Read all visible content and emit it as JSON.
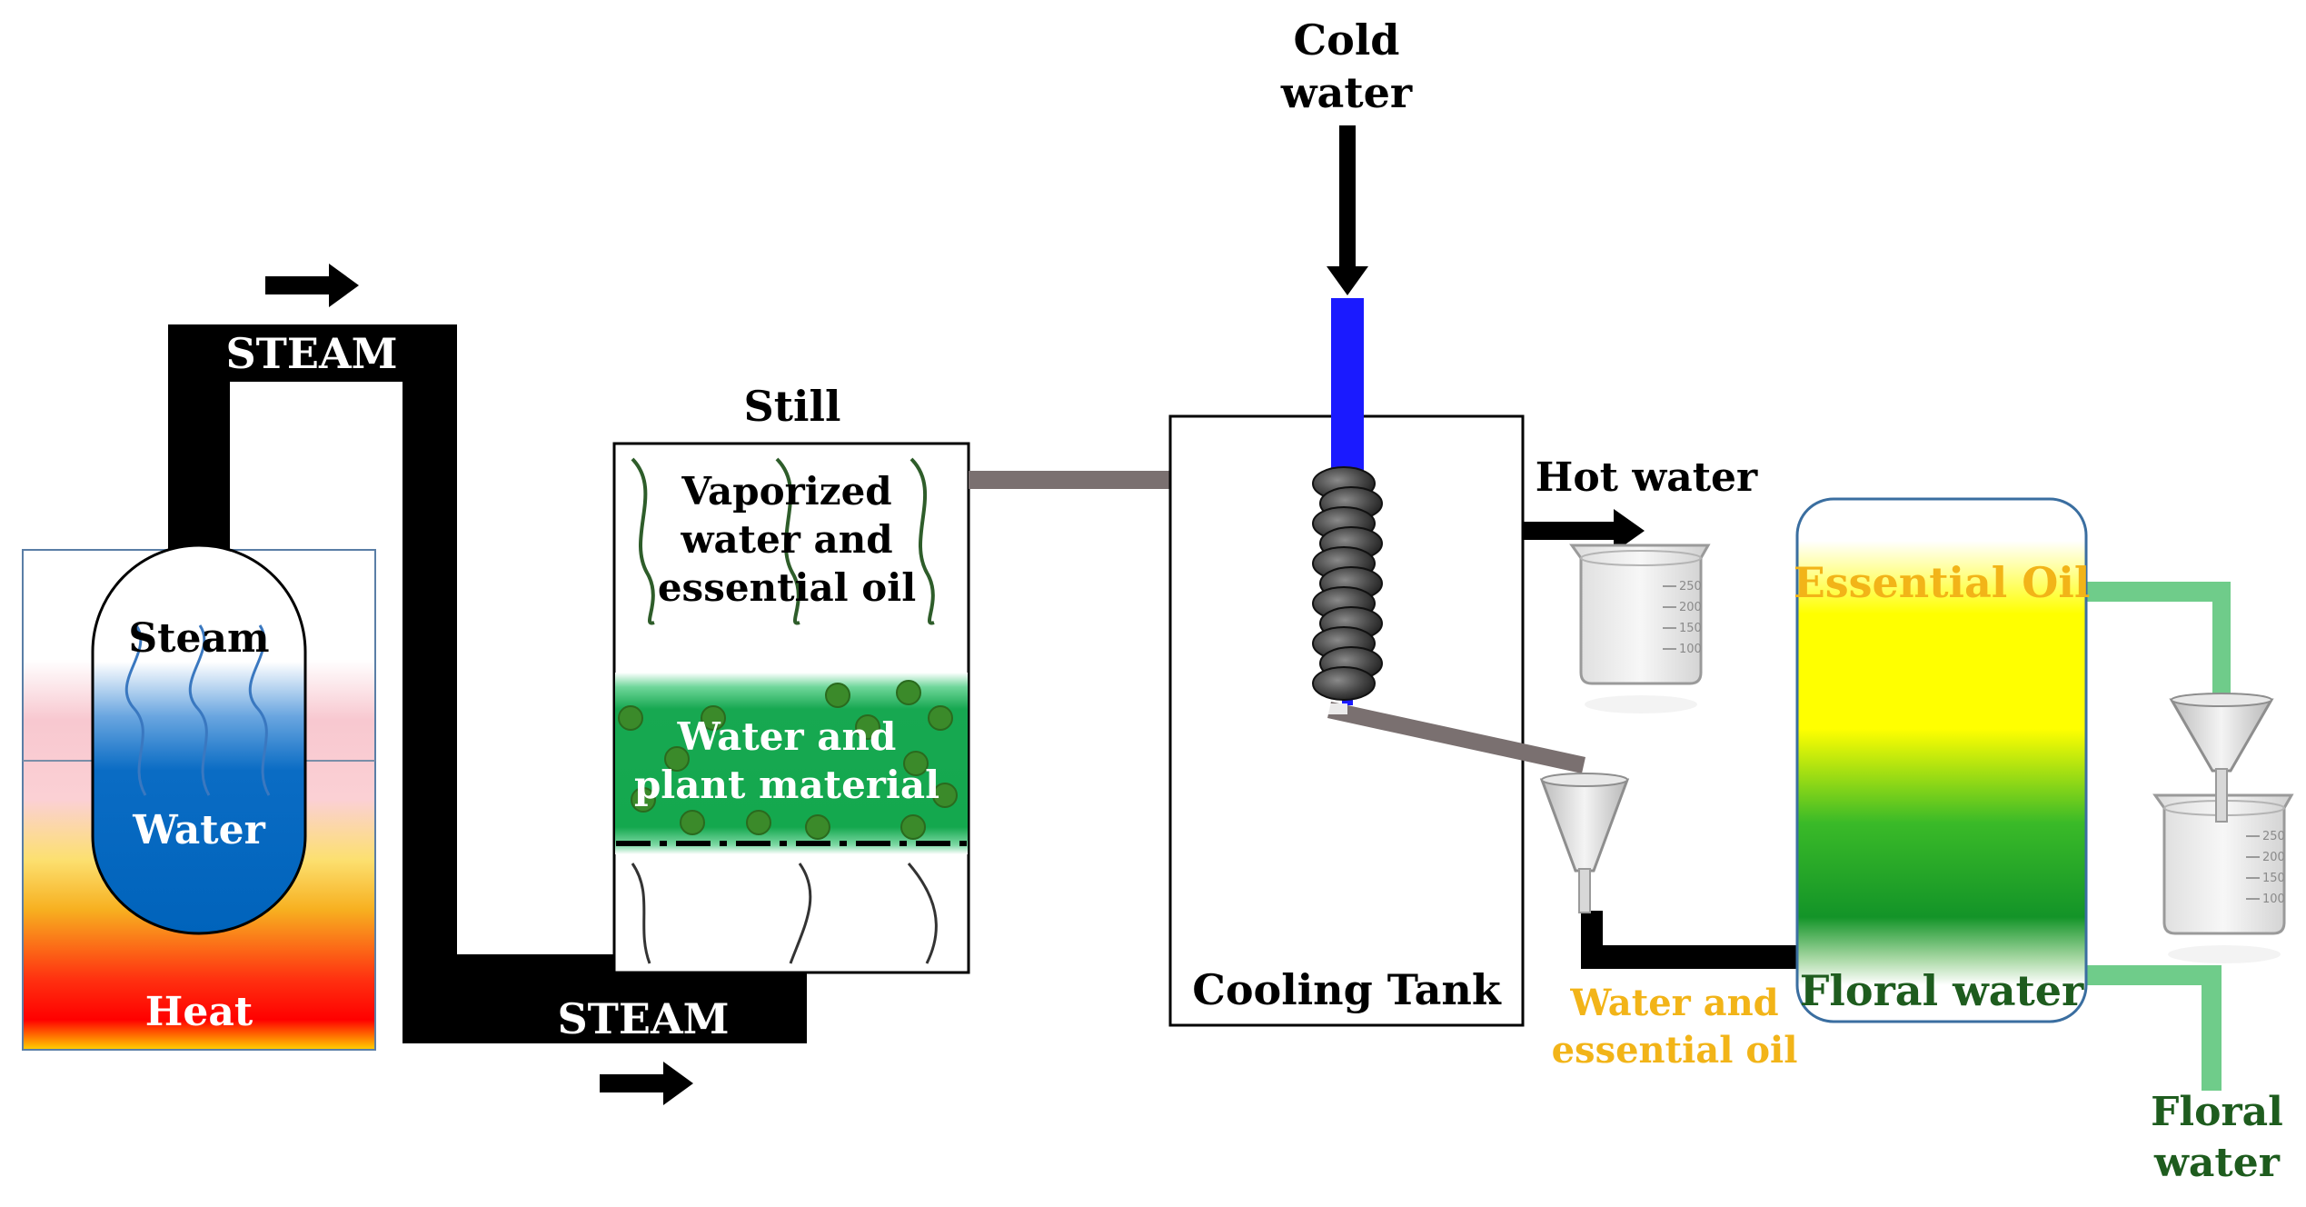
{
  "labels": {
    "steam_top": "STEAM",
    "steam_bottom": "STEAM",
    "boiler_steam": "Steam",
    "boiler_water": "Water",
    "boiler_heat": "Heat",
    "still_title": "Still",
    "still_vapor_1": "Vaporized",
    "still_vapor_2": "water and",
    "still_vapor_3": "essential oil",
    "still_plant_1": "Water and",
    "still_plant_2": "plant material",
    "cold_water_1": "Cold",
    "cold_water_2": "water",
    "hot_water": "Hot water",
    "cooling_tank": "Cooling Tank",
    "mix_1": "Water and",
    "mix_2": "essential oil",
    "sep_oil": "Essential Oil",
    "sep_floral": "Floral water",
    "out_floral_1": "Floral",
    "out_floral_2": "water"
  },
  "beaker_scale": [
    "250",
    "200",
    "150",
    "100"
  ],
  "colors": {
    "pipe": "#000000",
    "cold_water": "#1a1aff",
    "boiler_water": "#0066c0",
    "still_band": "#14a84e",
    "plant_dot": "#3b8a2a",
    "oil_yellow": "#ffff00",
    "floral_green": "#1a9a2a",
    "essential_oil_text": "#f2b418",
    "floral_text": "#1e5c1e",
    "outlet_pipe": "#6fcc8a",
    "condenser_pipe": "#7a7070",
    "heat_red": "#ff0000"
  },
  "icons": {
    "flow_arrow": "right-arrow-icon",
    "down_arrow": "down-arrow-icon",
    "funnel": "funnel-icon",
    "beaker": "beaker-icon",
    "coil": "condenser-coil-icon"
  }
}
